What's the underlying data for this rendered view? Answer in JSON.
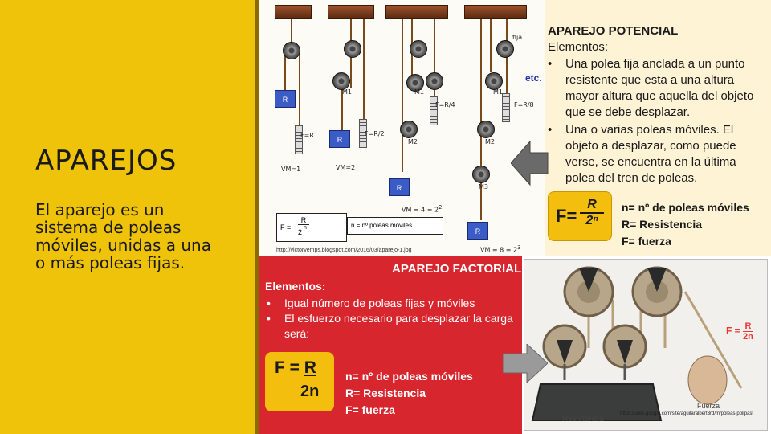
{
  "slide": {
    "title": "APAREJOS",
    "body_prefix": "El ",
    "body_keyword": "aparejo",
    "body_rest": " es un sistema de poleas móviles, unidas a una o más poleas fijas."
  },
  "diagram": {
    "labels": {
      "fija": "fija",
      "etc": "etc.",
      "m1a": "M1",
      "m1b": "M1",
      "m1c": "M1",
      "m2a": "M2",
      "m2b": "M2",
      "m3": "M3",
      "fr2": "F=R/2",
      "fr4": "F=R/4",
      "fr8": "F=R/8",
      "fr": "F=R",
      "vm1": "VM=1",
      "vm2": "VM=2",
      "vm4": "VM = 4 = 2",
      "vm8": "VM = 8 = 2",
      "r": "R"
    },
    "formula_f": "F =",
    "formula_r": "R",
    "formula_den": "2",
    "formula_n": "n",
    "formula_desc": "n = nº poleas móviles",
    "url": "http://victorvemps.blogspot.com/2016/03/aparejo-1.jpg"
  },
  "potencial": {
    "title": "APAREJO POTENCIAL",
    "subtitle": "Elementos:",
    "items": [
      "Una polea fija anclada a un punto resistente que esta a una altura mayor altura que aquella del objeto que se debe desplazar.",
      "Una o varias poleas móviles. El objeto a desplazar, como puede verse, se encuentra en la última polea del tren de poleas."
    ],
    "formula_f": "F=",
    "formula_num": "R",
    "formula_den": "2ⁿ",
    "defs": [
      "n= nº de poleas móviles",
      "R= Resistencia",
      "F= fuerza"
    ]
  },
  "factorial": {
    "title": "APAREJO FACTORIAL",
    "subtitle": "Elementos:",
    "items": [
      "Igual número de poleas fijas y móviles",
      "El esfuerzo necesario para desplazar la carga será:"
    ],
    "formula_f": "F = ",
    "formula_r": "R",
    "formula_den": "2n",
    "defs": [
      "n= nº de poleas móviles",
      "R= Resistencia",
      "F= fuerza"
    ]
  },
  "photo": {
    "formula_f": "F =",
    "formula_num": "R",
    "formula_den": "2n",
    "label_resistencia": "Resistencia",
    "label_fuerza": "Fuerza",
    "url": "https://sites.google.com/site/aguilaralbert3rd/m/poleas-polipast"
  },
  "colors": {
    "yellow": "#efc30a",
    "red": "#d7262d",
    "cream": "#fff3d6",
    "accent_yellow": "#f4be0f"
  },
  "icons": [
    "arrow-left-icon",
    "arrow-right-icon"
  ]
}
